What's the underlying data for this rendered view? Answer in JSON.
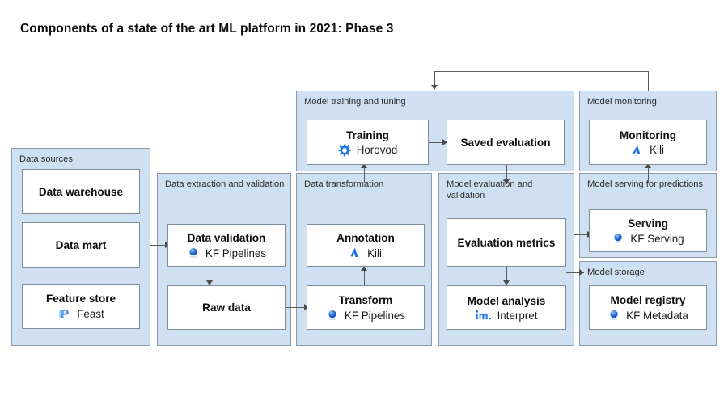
{
  "title": "Components of a state of the art ML platform in 2021: Phase 3",
  "groups": {
    "data_sources": {
      "label": "Data sources"
    },
    "data_extraction": {
      "label": "Data extraction and validation"
    },
    "data_transformation": {
      "label": "Data transformation"
    },
    "model_training": {
      "label": "Model training and tuning"
    },
    "model_evaluation": {
      "label": "Model evaluation and validation"
    },
    "model_monitoring": {
      "label": "Model monitoring"
    },
    "model_serving": {
      "label": "Model serving for predictions"
    },
    "model_storage": {
      "label": "Model storage"
    }
  },
  "cards": {
    "data_warehouse": {
      "title": "Data warehouse",
      "tool": "",
      "icon": ""
    },
    "data_mart": {
      "title": "Data mart",
      "tool": "",
      "icon": ""
    },
    "feature_store": {
      "title": "Feature store",
      "tool": "Feast",
      "icon": "feast-icon"
    },
    "data_validation": {
      "title": "Data validation",
      "tool": "KF Pipelines",
      "icon": "kubeflow-icon"
    },
    "raw_data": {
      "title": "Raw data",
      "tool": "",
      "icon": ""
    },
    "annotation": {
      "title": "Annotation",
      "tool": "Kili",
      "icon": "kili-icon"
    },
    "transform": {
      "title": "Transform",
      "tool": "KF Pipelines",
      "icon": "kubeflow-icon"
    },
    "training": {
      "title": "Training",
      "tool": "Horovod",
      "icon": "horovod-icon"
    },
    "saved_evaluation": {
      "title": "Saved evaluation",
      "tool": "",
      "icon": ""
    },
    "evaluation_metrics": {
      "title": "Evaluation metrics",
      "tool": "",
      "icon": ""
    },
    "model_analysis": {
      "title": "Model analysis",
      "tool": "Interpret",
      "icon": "interpret-icon"
    },
    "monitoring": {
      "title": "Monitoring",
      "tool": "Kili",
      "icon": "kili-icon"
    },
    "serving": {
      "title": "Serving",
      "tool": "KF Serving",
      "icon": "kubeflow-icon"
    },
    "model_registry": {
      "title": "Model registry",
      "tool": "KF Metadata",
      "icon": "kubeflow-icon"
    }
  },
  "colors": {
    "panel_fill": "#cfe0f2",
    "panel_border": "#8a9aa8",
    "card_border": "#7d8d99",
    "connector": "#5a5a5a",
    "accent_blue": "#2a7de1",
    "background": "#ffffff"
  }
}
